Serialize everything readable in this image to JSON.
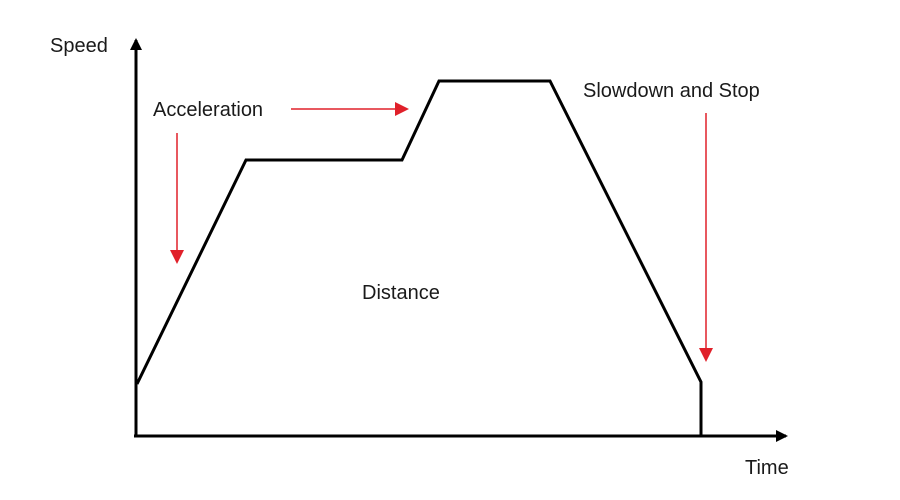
{
  "axes": {
    "y_label": "Speed",
    "x_label": "Time",
    "color": "#000000"
  },
  "annotations": {
    "acceleration": "Acceleration",
    "distance": "Distance",
    "slowdown": "Slowdown and Stop"
  },
  "colors": {
    "profile": "#000000",
    "arrows": "#e0202a"
  },
  "profile": {
    "phases": [
      "initial-speed",
      "acceleration",
      "cruise-1",
      "acceleration-2",
      "cruise-2",
      "slowdown",
      "stop"
    ]
  }
}
